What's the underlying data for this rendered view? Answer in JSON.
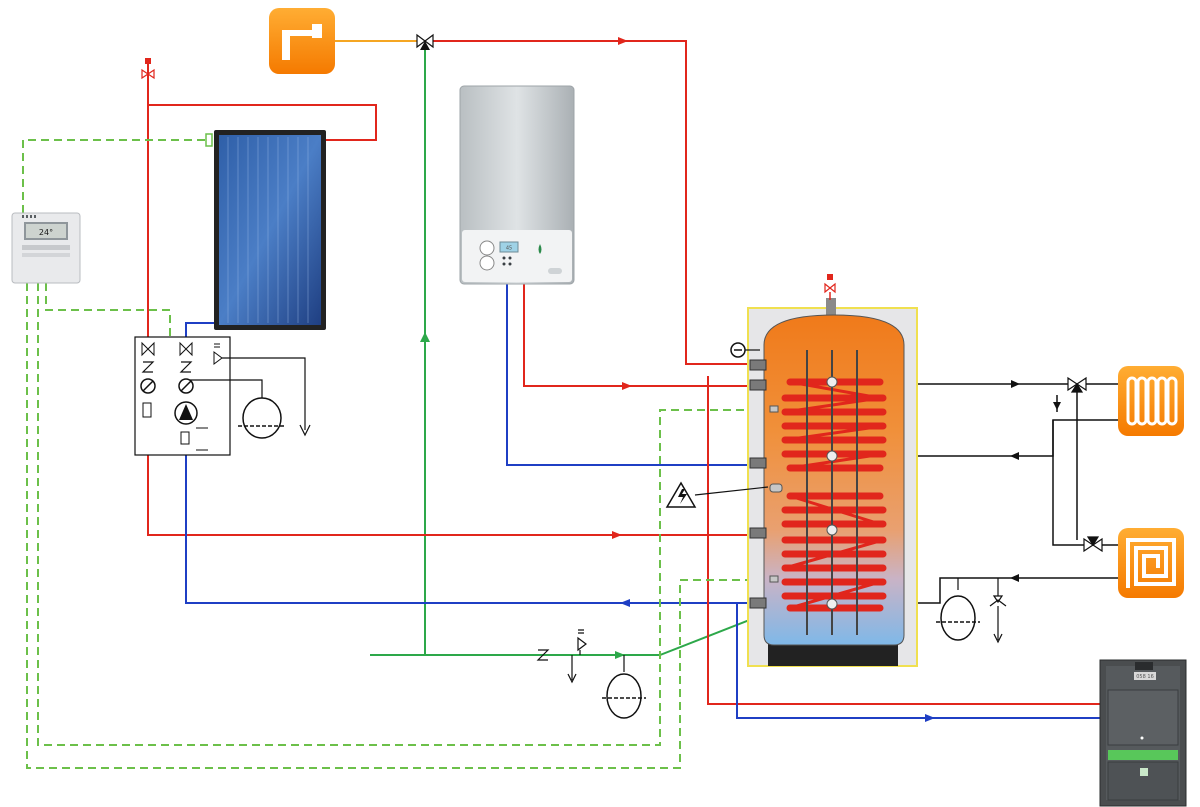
{
  "controller": {
    "display_value": "24°"
  },
  "boiler": {
    "display_value": "45"
  },
  "stove": {
    "display_value": "058 16"
  },
  "colors": {
    "hot": "#e1261c",
    "cold": "#1f3fc4",
    "mains": "#2da84a",
    "signal": "#6cc04a",
    "control": "#111111",
    "dhw_tap": "#ff8a00",
    "dhw_supply": "#f5a623",
    "icon_orange": "#ff8c1a"
  },
  "icons": {
    "tap": "faucet-icon",
    "radiator": "radiator-icon",
    "floor": "underfloor-heating-icon",
    "heater": "electric-heater-icon"
  }
}
